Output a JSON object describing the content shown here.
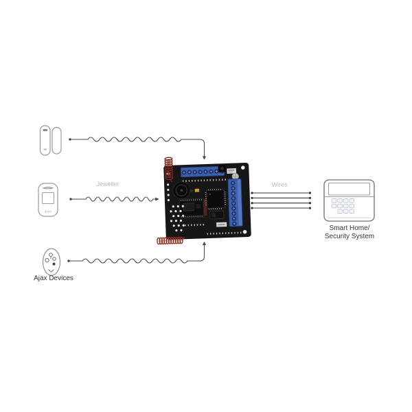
{
  "diagram": {
    "devices_group": {
      "label": "Ajax Devices",
      "items": [
        {
          "name": "door-opening-sensor-icon"
        },
        {
          "name": "motion-detector-icon",
          "badge": "AJAX"
        },
        {
          "name": "keyfob-remote-icon"
        }
      ]
    },
    "links": {
      "radio": {
        "label": "Jeweller",
        "wave_count": 3
      },
      "wired": {
        "label": "Wires",
        "wire_count": 4
      }
    },
    "receiver_board": {
      "name": "receiver-circuit-board-icon"
    },
    "target_system": {
      "name": "security-keypad-icon",
      "label_line1": "Smart Home/",
      "label_line2": "Security System"
    },
    "colors": {
      "background": "#ffffff",
      "connector_line": "#474747",
      "muted_label": "#bcbcbc",
      "text": "#333333",
      "pcb": "#161616",
      "terminal_block_blue": "#3d5fae",
      "antenna_coil_red": "#8a2d24",
      "device_outline": "#999999"
    }
  }
}
